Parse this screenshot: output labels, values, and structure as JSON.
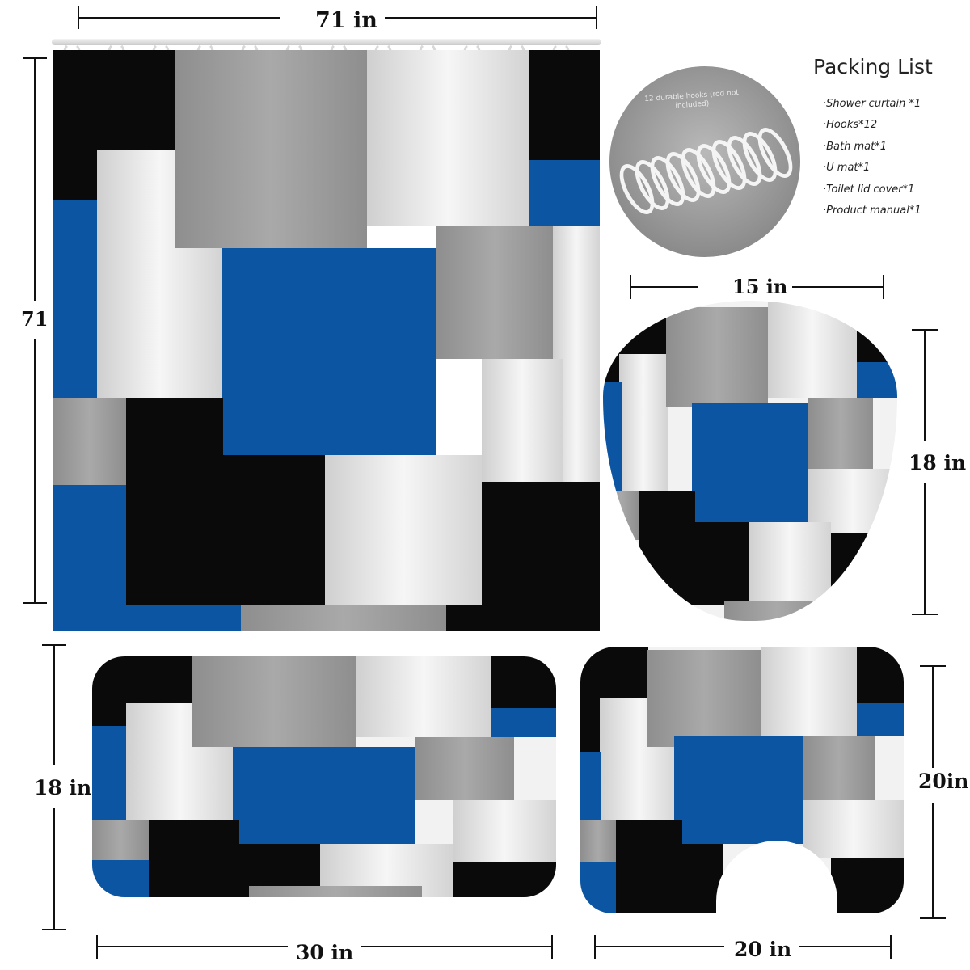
{
  "dimensions": {
    "curtain_width": "71  in",
    "curtain_height": "71",
    "lid_width": "15 in",
    "lid_height": "18 in",
    "bath_mat_width": "30 in",
    "bath_mat_height": "18 in",
    "u_mat_width": "20 in",
    "u_mat_height": "20in"
  },
  "packing": {
    "title": "Packing List",
    "items": [
      "·Shower curtain *1",
      "·Hooks*12",
      "·Bath mat*1",
      "·U mat*1",
      "·Toilet lid cover*1",
      "·Product manual*1"
    ],
    "hooks_caption": "12 durable hooks (rod not included)"
  },
  "colors": {
    "black": "#0a0a0a",
    "blue": "#0b55a2",
    "gray": "#9c9c9c",
    "white": "#f2f2f2"
  }
}
